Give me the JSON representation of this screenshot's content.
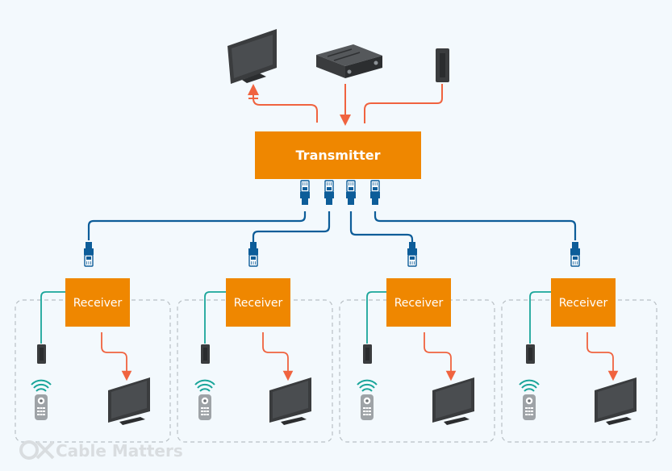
{
  "transmitter": {
    "label": "Transmitter"
  },
  "receivers": [
    {
      "label": "Receiver"
    },
    {
      "label": "Receiver"
    },
    {
      "label": "Receiver"
    },
    {
      "label": "Receiver"
    }
  ],
  "sources": [
    {
      "icon": "tv-icon"
    },
    {
      "icon": "media-player-icon"
    },
    {
      "icon": "ir-extender-icon"
    }
  ],
  "logo": {
    "text": "Cable Matters"
  },
  "colors": {
    "background": "#f3f9fd",
    "box": "#ef8700",
    "arrow": "#f0633f",
    "cable": "#0d5d99",
    "ir_wire": "#1aa59a",
    "device": "#3a3c3e",
    "dashed": "#b9c0c5"
  }
}
